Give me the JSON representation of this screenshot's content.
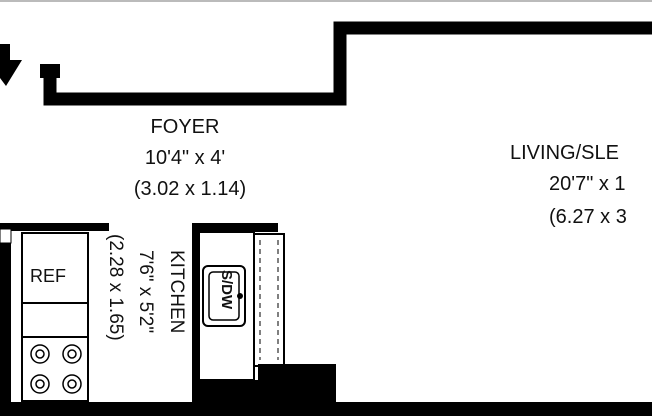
{
  "rooms": {
    "foyer": {
      "name": "FOYER",
      "dims_imperial": "10'4\" x 4'",
      "dims_metric": "(3.02 x 1.14)"
    },
    "living": {
      "name": "LIVING/SLE",
      "dims_imperial": "20'7\" x 1",
      "dims_metric": "(6.27 x 3"
    },
    "kitchen": {
      "name": "KITCHEN",
      "dims_imperial": "7'6\" x 5'2\"",
      "dims_metric": "(2.28 x 1.65)"
    }
  },
  "appliances": {
    "refrigerator": "REF",
    "dishwasher": "S/DW"
  }
}
